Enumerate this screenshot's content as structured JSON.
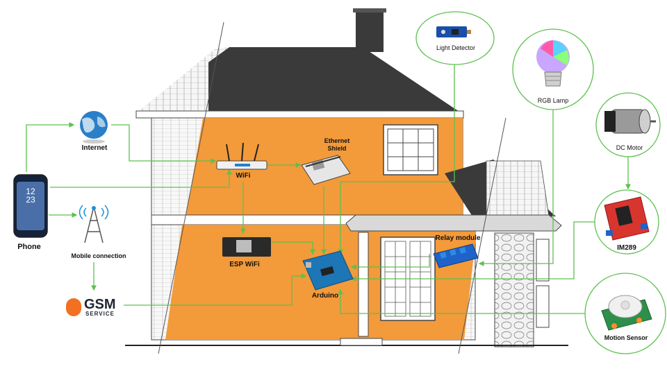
{
  "labels": {
    "internet": "Internet",
    "phone": "Phone",
    "mobile": "Mobile connection",
    "gsm": "GSM",
    "gsm_sub": "SERVICE",
    "wifi": "WiFi",
    "ethernet_1": "Ethernet",
    "ethernet_2": "Shield",
    "esp": "ESP WiFi",
    "arduino": "Arduino",
    "relay": "Relay module",
    "light": "Light Detector",
    "rgb": "RGB Lamp",
    "motor": "DC Motor",
    "im": "IM289",
    "motion": "Motion Sensor"
  },
  "colors": {
    "connector": "#5cc14e",
    "orange": "#f39a3a",
    "roof": "#3a3a3a",
    "house_line": "#444444",
    "gsm_orange": "#f36f21"
  },
  "icons": [
    "globe-icon",
    "phone-icon",
    "tower-icon",
    "gsm-icon",
    "router-icon",
    "ethernet-shield-icon",
    "esp-board-icon",
    "arduino-icon",
    "relay-icon",
    "light-sensor-icon",
    "rgb-lamp-icon",
    "dc-motor-icon",
    "motor-driver-icon",
    "motion-sensor-icon"
  ]
}
